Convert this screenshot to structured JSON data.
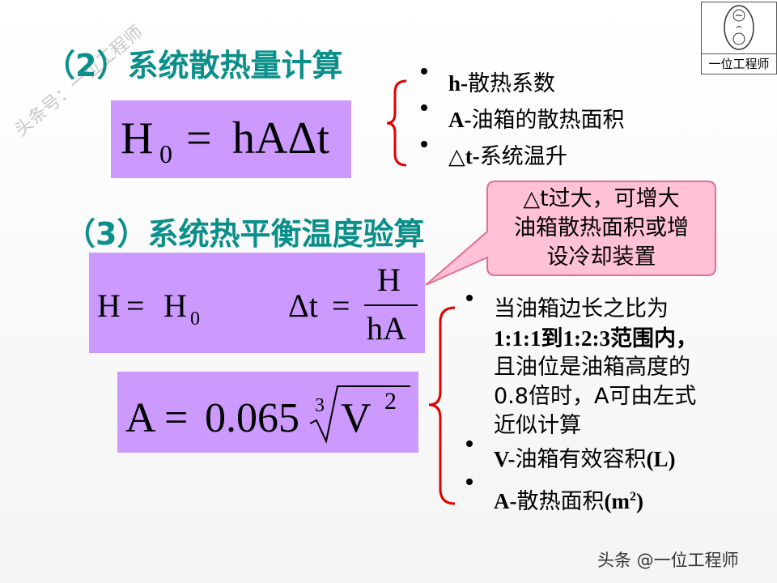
{
  "watermark": {
    "diag": "头条号：一位工程师",
    "footer": "头条 @一位工程师"
  },
  "logo": {
    "label": "一位工程师"
  },
  "section2": {
    "title": "（2）系统散热量计算",
    "formula": {
      "lhs": "H",
      "sub": "0",
      "eq": "=",
      "rhs": "hAΔt"
    },
    "bullets": [
      {
        "en": "h-",
        "zh": "散热系数"
      },
      {
        "en": "A-",
        "zh": "油箱的散热面积"
      },
      {
        "sym": "△",
        "en": "t-",
        "zh": "系统温升"
      }
    ]
  },
  "callout": {
    "line1": "△t过大，可增大",
    "line2": "油箱散热面积或增",
    "line3": "设冷却装置"
  },
  "section3": {
    "title": "（3）系统热平衡温度验算",
    "formula1": {
      "lhs": "H",
      "eq": "=",
      "rhs": "H",
      "sub": "0"
    },
    "formula2": {
      "lhs": "Δt",
      "eq": "=",
      "num": "H",
      "den": "hA"
    },
    "formula3": {
      "lhs": "A",
      "eq": "=",
      "coef": "0.065",
      "root": "3",
      "var": "V",
      "exp": "2"
    },
    "bullets": [
      {
        "lines": [
          "当油箱边长之比为",
          "1:1:1到1:2:3范围内，",
          "且油位是油箱高度的",
          "0.8倍时，A可由左式",
          "近似计算"
        ]
      },
      {
        "en": "V-",
        "zh": "油箱有效容积",
        "unit": "(L)"
      },
      {
        "en": "A-",
        "zh": "散热面积",
        "unit": "(m",
        "sup": "2",
        "unit_end": ")"
      }
    ]
  },
  "colors": {
    "heading": "#0b8f8a",
    "formula_bg": "#cc99ff",
    "brace": "#e00000",
    "callout_bg": "#ffc1d6",
    "callout_border": "#e46e92"
  }
}
